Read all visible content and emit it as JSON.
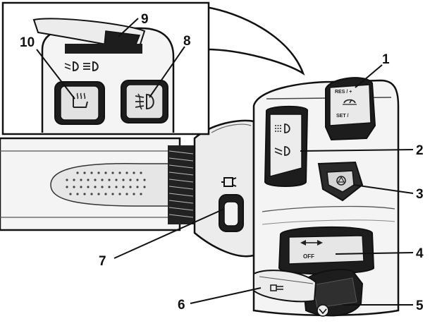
{
  "callouts": {
    "c1": "1",
    "c2": "2",
    "c3": "3",
    "c4": "4",
    "c5": "5",
    "c6": "6",
    "c7": "7",
    "c8": "8",
    "c9": "9",
    "c10": "10"
  },
  "switch_text": {
    "res": "RES / +",
    "set": "SET /",
    "off": "OFF"
  },
  "icons": [
    "headlight-low-icon",
    "headlight-high-icon",
    "seat-heater-icon",
    "fog-light-icon",
    "cruise-control-icon",
    "hazard-icon",
    "turn-signal-icon",
    "horn-icon",
    "light-switch-icon"
  ],
  "colors": {
    "line": "#111111",
    "fill_light": "#f2f2f2",
    "fill_mid": "#d9d9d9",
    "fill_dark": "#9a9a9a"
  }
}
